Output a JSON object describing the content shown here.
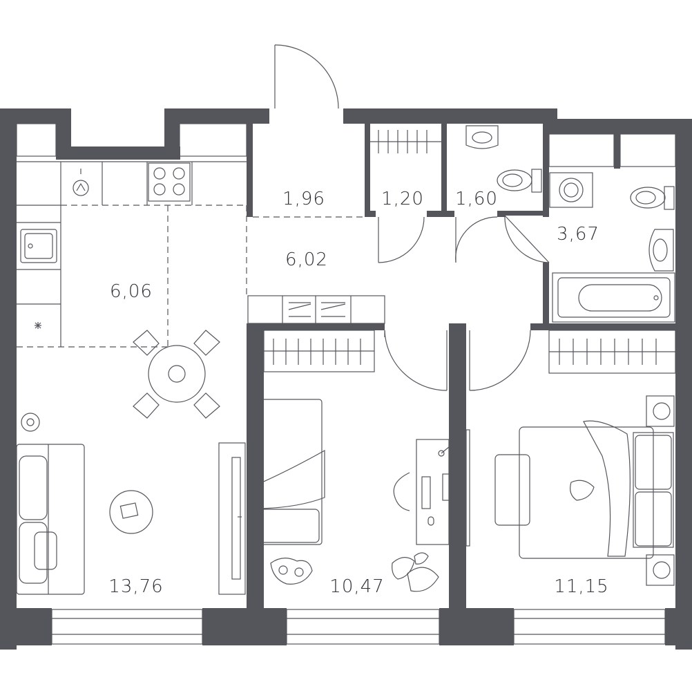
{
  "plan": {
    "rooms": [
      {
        "id": "kitchen",
        "area": "6,06"
      },
      {
        "id": "living",
        "area": "13,76"
      },
      {
        "id": "vestibule",
        "area": "1,96"
      },
      {
        "id": "hall",
        "area": "6,02"
      },
      {
        "id": "closet",
        "area": "1,20"
      },
      {
        "id": "wc",
        "area": "1,60"
      },
      {
        "id": "bathroom",
        "area": "3,67"
      },
      {
        "id": "bedroom-middle",
        "area": "10,47"
      },
      {
        "id": "bedroom-right",
        "area": "11,15"
      }
    ]
  },
  "colors": {
    "wall": "#55565c",
    "line": "#55565c",
    "background": "#ffffff"
  },
  "icons": [
    "sink-icon",
    "stove-icon",
    "toilet-icon",
    "washbasin-icon",
    "bathtub-icon",
    "washing-machine-icon",
    "dining-table-icon",
    "sofa-icon",
    "bed-icon",
    "desk-icon",
    "plant-icon",
    "cat-icon",
    "door-icon"
  ]
}
